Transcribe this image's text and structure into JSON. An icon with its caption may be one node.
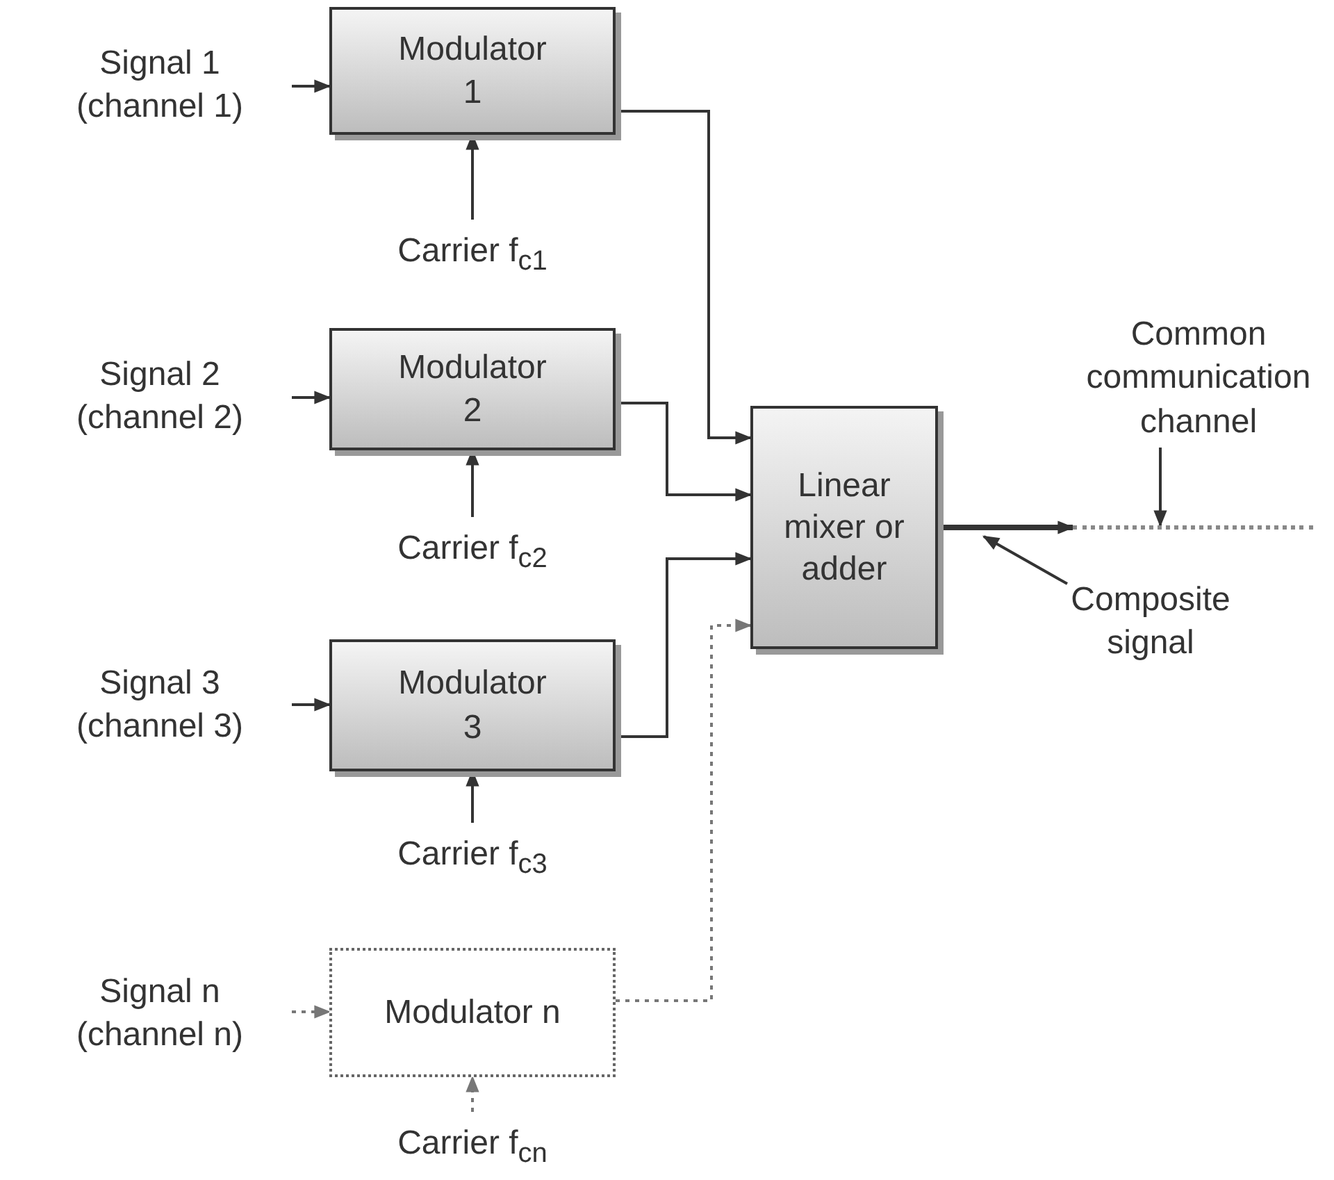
{
  "diagram": {
    "nodes": [
      {
        "text": [
          "Signal 1 (channel 1)"
        ]
      },
      {
        "text": [
          "Modulator 1"
        ]
      },
      {
        "text": [
          "Carrier f$_{c1}$"
        ]
      },
      {
        "text": [
          "Signal 2 (channel 2)"
        ]
      },
      {
        "text": [
          "Modulator 2"
        ]
      },
      {
        "text": [
          "Carrier f$_{c2}$"
        ]
      },
      {
        "text": [
          "Signal 3 (channel 3)"
        ]
      },
      {
        "text": [
          "Modulator 3"
        ]
      },
      {
        "text": [
          "Carrier f$_{c3}$"
        ]
      },
      {
        "text": [
          "Signal n (channel n)"
        ]
      },
      {
        "text": [
          "Modulator n"
        ]
      },
      {
        "text": [
          "Carrier f$_{cn}$"
        ]
      },
      {
        "text": [
          "Linear mixer or adder"
        ]
      },
      {
        "text": [
          "Common communication channel"
        ]
      },
      {
        "text": [
          "Composite signal"
        ]
      },
      {
        "text": [],
        "shape": "line"
      }
    ],
    "edges": [
      {
        "from": 0,
        "to": 1,
        "arrow": "to"
      },
      {
        "from": 2,
        "to": 1,
        "arrow": "to"
      },
      {
        "from": 1,
        "to": 12,
        "arrow": "to"
      },
      {
        "from": 3,
        "to": 4,
        "arrow": "to"
      },
      {
        "from": 5,
        "to": 4,
        "arrow": "to"
      },
      {
        "from": 4,
        "to": 12,
        "arrow": "to"
      },
      {
        "from": 6,
        "to": 7,
        "arrow": "to"
      },
      {
        "from": 8,
        "to": 7,
        "arrow": "to"
      },
      {
        "from": 7,
        "to": 12,
        "arrow": "to"
      },
      {
        "from": 9,
        "to": 10,
        "arrow": "to",
        "style": "dashed"
      },
      {
        "from": 11,
        "to": 10,
        "arrow": "to",
        "style": "dashed"
      },
      {
        "from": 10,
        "to": 12,
        "arrow": "to",
        "style": "dashed"
      },
      {
        "from": 12,
        "to": 15,
        "arrow": "to",
        "style": "thick"
      },
      {
        "from": 13,
        "to": 15,
        "arrow": "to"
      },
      {
        "from": 14,
        "to": null,
        "arrow": "to"
      }
    ]
  }
}
